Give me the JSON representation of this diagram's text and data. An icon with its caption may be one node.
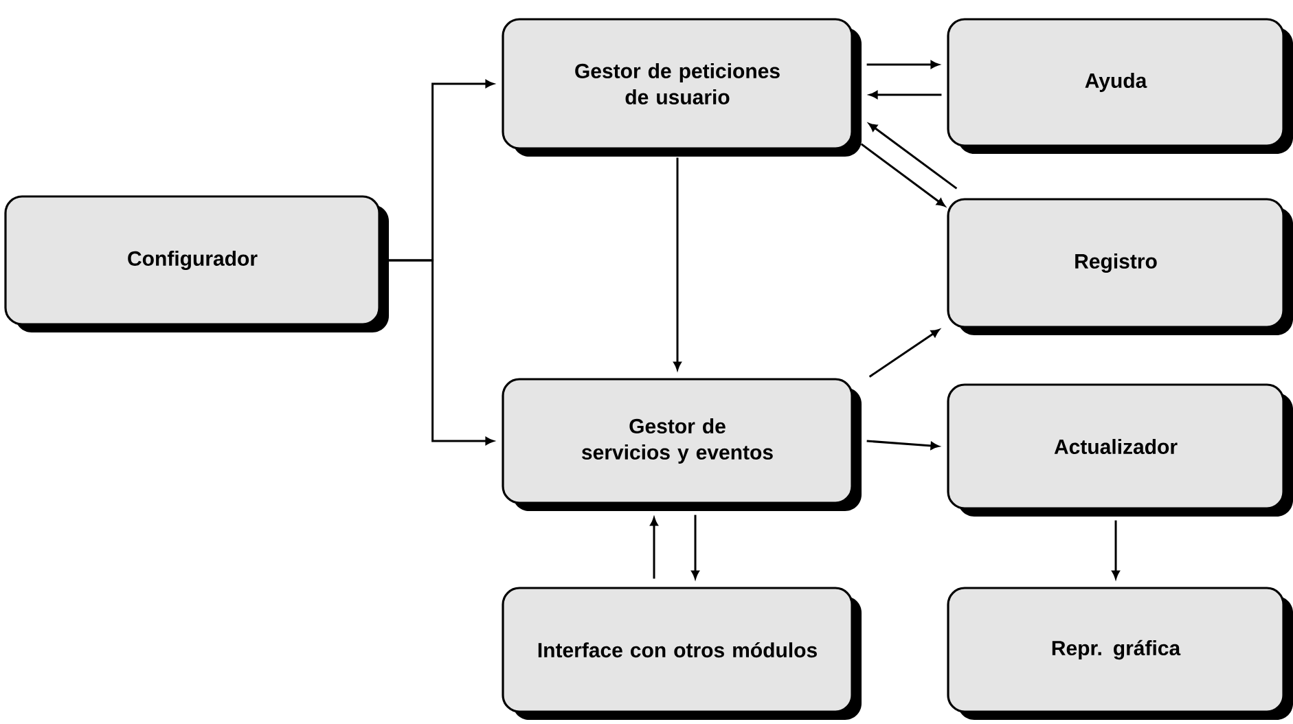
{
  "diagram": {
    "nodes": [
      {
        "text": [
          "Configurador"
        ]
      },
      {
        "text": [
          "Gestor de peticiones de usuario"
        ]
      },
      {
        "text": [
          "Ayuda"
        ]
      },
      {
        "text": [
          "Registro"
        ]
      },
      {
        "text": [
          "Gestor de servicios y eventos"
        ]
      },
      {
        "text": [
          "Actualizador"
        ]
      },
      {
        "text": [
          "Interface con otros módulos"
        ]
      },
      {
        "text": [
          "Repr. gráfica"
        ]
      }
    ],
    "edges": [
      {
        "from": 0,
        "to": 1,
        "arrow": "to"
      },
      {
        "from": 0,
        "to": 4,
        "arrow": "to"
      },
      {
        "from": 1,
        "to": 2,
        "arrow": "to"
      },
      {
        "from": 2,
        "to": 1,
        "arrow": "to"
      },
      {
        "from": 3,
        "to": 1,
        "arrow": "to"
      },
      {
        "from": 1,
        "to": 3,
        "arrow": "to"
      },
      {
        "from": 1,
        "to": 4,
        "arrow": "to"
      },
      {
        "from": 4,
        "to": 3,
        "arrow": "to"
      },
      {
        "from": 4,
        "to": 5,
        "arrow": "to"
      },
      {
        "from": 6,
        "to": 4,
        "arrow": "to"
      },
      {
        "from": 4,
        "to": 6,
        "arrow": "to"
      },
      {
        "from": 5,
        "to": 7,
        "arrow": "to"
      }
    ]
  }
}
